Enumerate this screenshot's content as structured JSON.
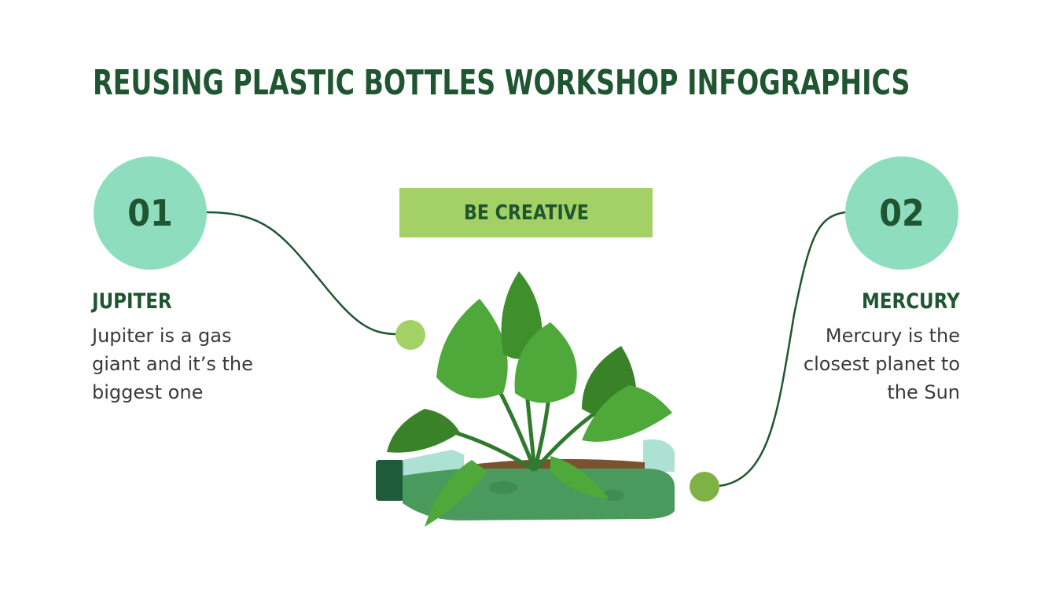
{
  "title": "REUSING PLASTIC BOTTLES WORKSHOP INFOGRAPHICS",
  "banner": {
    "label": "BE CREATIVE"
  },
  "steps": [
    {
      "number": "01",
      "heading": "JUPITER",
      "description": "Jupiter is a gas giant and it’s the biggest one"
    },
    {
      "number": "02",
      "heading": "MERCURY",
      "description": "Mercury is the closest planet to the Sun"
    }
  ],
  "colors": {
    "dark_green": "#1f5631",
    "mint": "#8fddbf",
    "lime": "#a4d165",
    "dot_light": "#a4d165",
    "dot_mid": "#7fb144",
    "text_gray": "#3a3a3a"
  },
  "illustration": "plant-growing-in-plastic-bottle"
}
